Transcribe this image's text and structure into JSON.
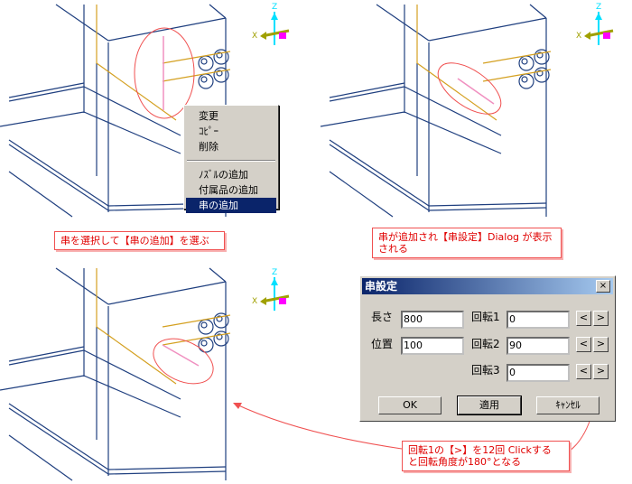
{
  "axes": {
    "z_label": "Z",
    "x_label": "X"
  },
  "context_menu": {
    "items": [
      "変更",
      "ｺﾋﾟｰ",
      "削除",
      "ﾉｽﾞﾙの追加",
      "付属品の追加",
      "串の追加"
    ],
    "selected": "串の追加"
  },
  "callouts": {
    "step1": "串を選択して【串の追加】を選ぶ",
    "step2": "串が追加され【串設定】Dialog が表示される",
    "step3_line1": "回転1の【>】を12回 Clickする",
    "step3_line2": "と回転角度が180°となる"
  },
  "dialog": {
    "title": "串設定",
    "close": "×",
    "length_label": "長さ",
    "length_value": "800",
    "position_label": "位置",
    "position_value": "100",
    "rot1_label": "回転1",
    "rot1_value": "0",
    "rot2_label": "回転2",
    "rot2_value": "90",
    "rot3_label": "回転3",
    "rot3_value": "0",
    "dec": "<",
    "inc": ">",
    "ok": "OK",
    "apply": "適用",
    "cancel": "ｷｬﾝｾﾙ"
  },
  "colors": {
    "accent": "#0a246a",
    "callout": "#e00000",
    "frame": "#1f3f7f",
    "pipe": "#d4a020",
    "skewer": "#f090c0"
  }
}
